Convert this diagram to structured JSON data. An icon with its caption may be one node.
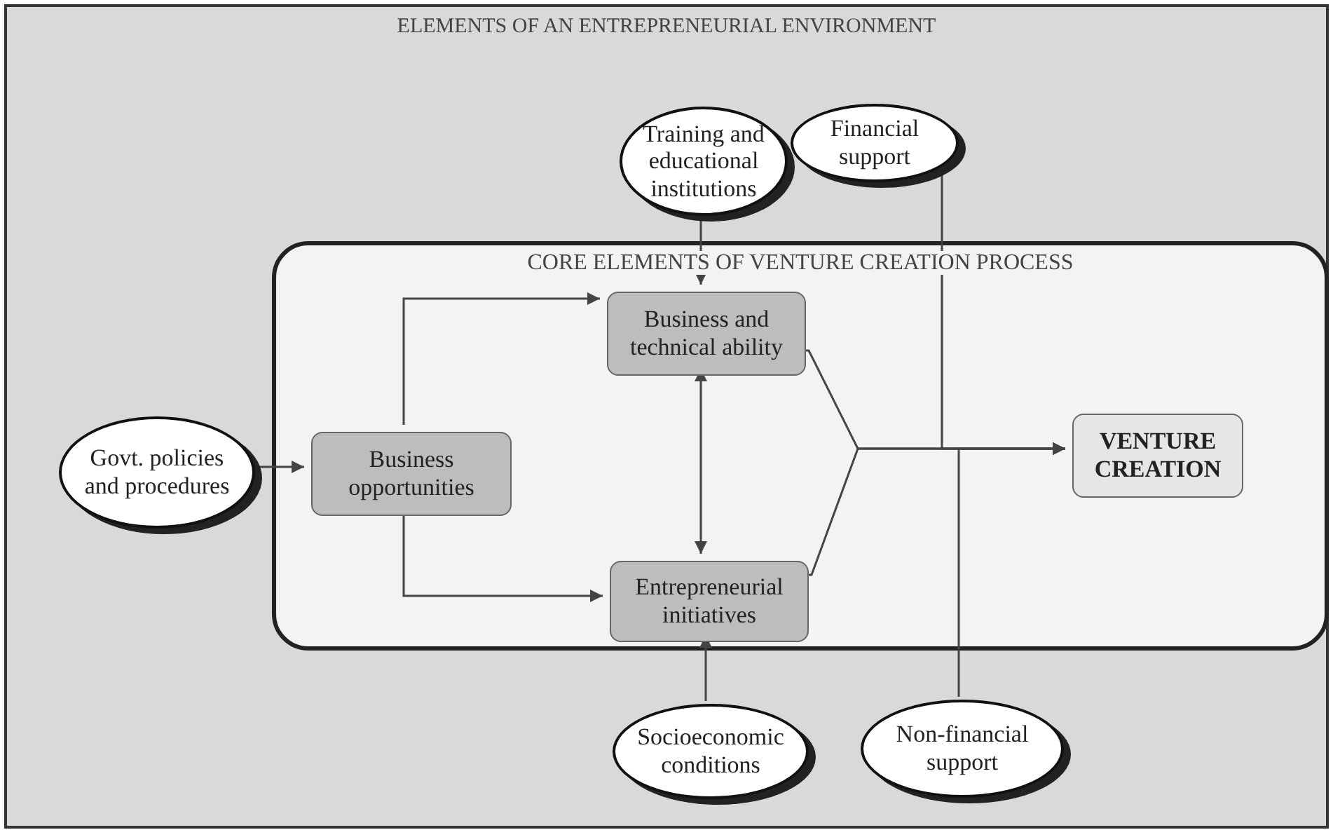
{
  "diagram": {
    "nodes": [
      {
        "text": [
          "ELEMENTS OF AN ENTREPRENEURIAL ENVIRONMENT"
        ]
      },
      {
        "text": [
          "Training and educational institutions"
        ],
        "in": 0
      },
      {
        "text": [
          "Financial support"
        ],
        "in": 0
      },
      {
        "text": [
          "CORE ELEMENTS OF VENTURE CREATION PROCESS"
        ],
        "in": 0
      },
      {
        "text": [
          "Govt. policies and procedures"
        ],
        "in": 0
      },
      {
        "text": [
          "Business and technical ability"
        ],
        "in": 3
      },
      {
        "text": [
          "Business opportunities"
        ],
        "in": 3
      },
      {
        "text": [
          "VENTURE CREATION"
        ],
        "in": 3
      },
      {
        "text": [
          "Entrepreneurial initiatives"
        ],
        "in": 3
      },
      {
        "text": [
          "Socioeconomic conditions"
        ],
        "in": 0
      },
      {
        "text": [
          "Non-financial support"
        ],
        "in": 0
      }
    ],
    "edges": [
      {
        "from": 4,
        "to": 6,
        "arrow": "to"
      },
      {
        "from": 6,
        "to": 5,
        "arrow": "to"
      },
      {
        "from": 6,
        "to": 8,
        "arrow": "to"
      },
      {
        "from": 5,
        "to": 8,
        "arrow": "both"
      },
      {
        "from": 1,
        "to": 5,
        "arrow": "to"
      },
      {
        "from": 9,
        "to": 8,
        "arrow": "to"
      },
      {
        "from": 5,
        "to": 7,
        "arrow": "to"
      },
      {
        "from": 8,
        "to": 7,
        "arrow": "to"
      },
      {
        "from": 2,
        "to": 7,
        "arrow": "to"
      },
      {
        "from": 10,
        "to": 7,
        "arrow": "to"
      }
    ]
  }
}
